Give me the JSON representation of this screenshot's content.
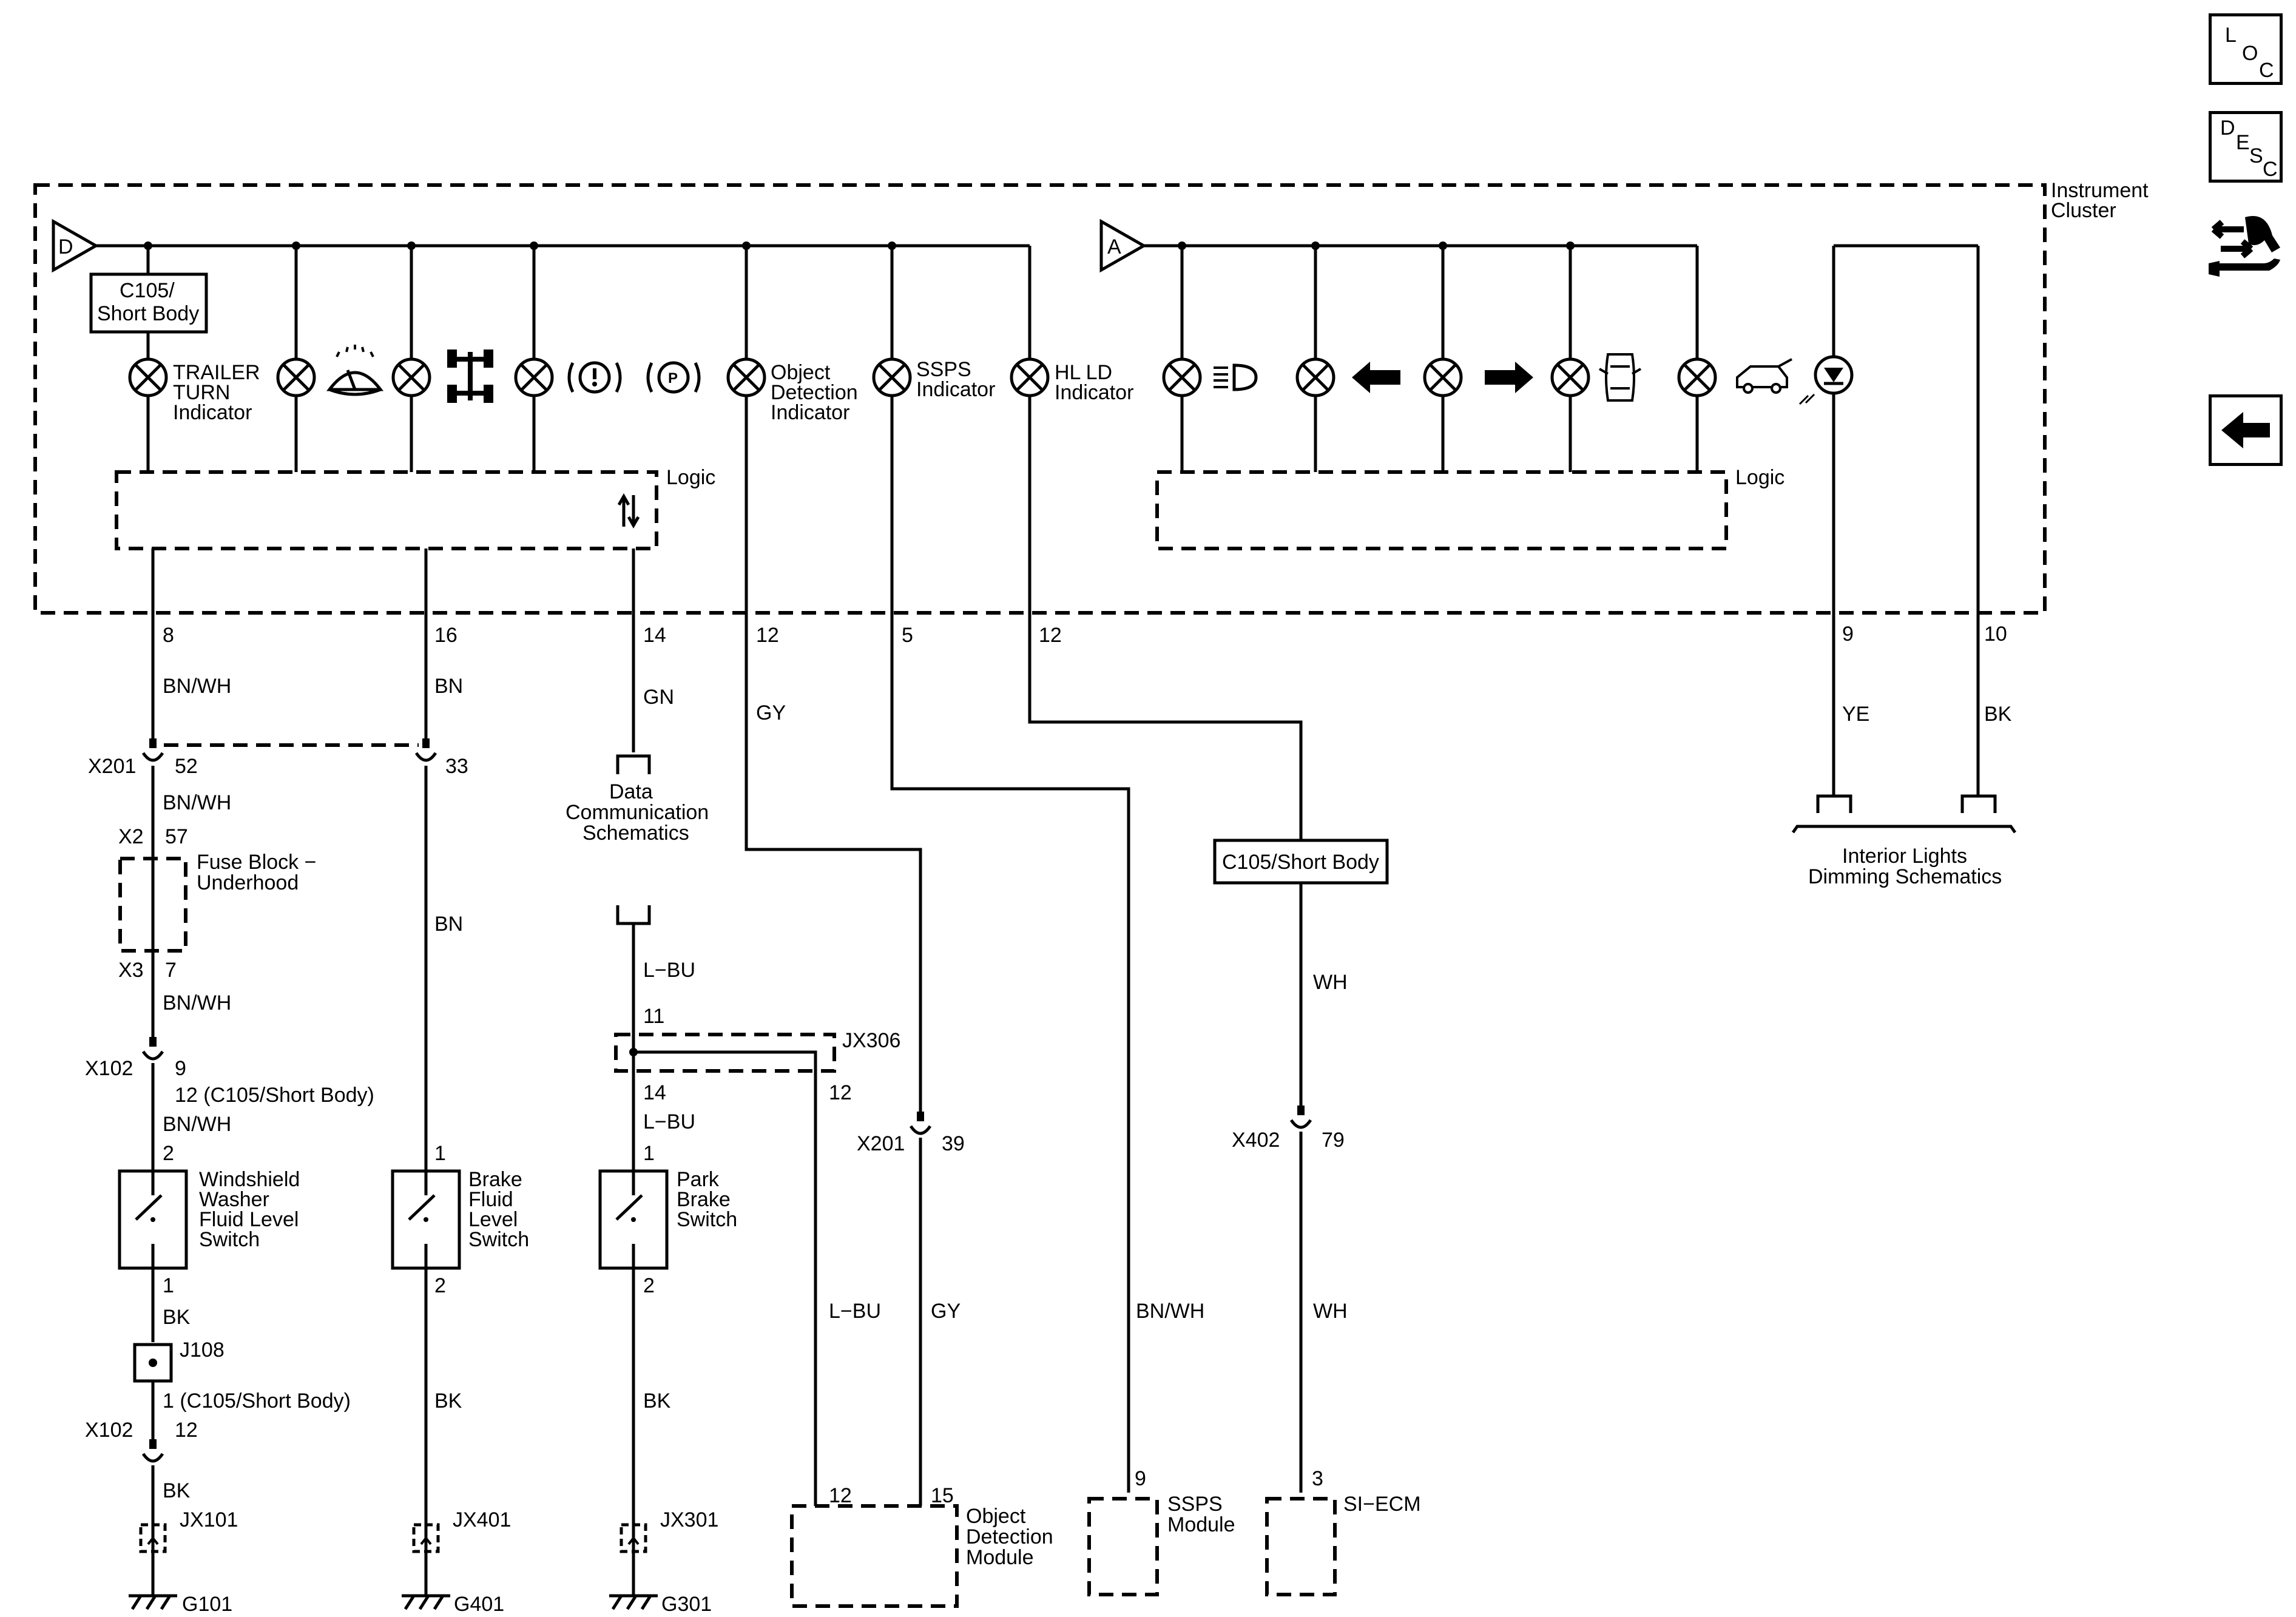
{
  "nav": {
    "loc": [
      "L",
      "O",
      "C"
    ],
    "desc": [
      "D",
      "E",
      "S",
      "C"
    ]
  },
  "cluster": {
    "label": [
      "Instrument",
      "Cluster"
    ],
    "logic_label": "Logic"
  },
  "tri": {
    "left": "D",
    "right": "A"
  },
  "c105": {
    "top": [
      "C105/",
      "Short Body"
    ],
    "mid": "C105/Short Body"
  },
  "ind": {
    "trailer": [
      "TRAILER",
      "TURN",
      "Indicator"
    ],
    "obj": [
      "Object",
      "Detection",
      "Indicator"
    ],
    "ssps": [
      "SSPS",
      "Indicator"
    ],
    "hl": [
      "HL LD",
      "Indicator"
    ]
  },
  "pins": {
    "p8": "8",
    "p16": "16",
    "p14": "14",
    "p12a": "12",
    "p5": "5",
    "p12b": "12",
    "p9": "9",
    "p10": "10"
  },
  "wires": {
    "bnwh": "BN/WH",
    "bn": "BN",
    "gn": "GN",
    "gy": "GY",
    "ye": "YE",
    "bk": "BK",
    "lbu": "L−BU",
    "wh": "WH"
  },
  "fuse": {
    "x201": "X201",
    "p52": "52",
    "p33": "33",
    "x2": "X2",
    "p57": "57",
    "name": [
      "Fuse Block −",
      "Underhood"
    ],
    "x3": "X3",
    "p7": "7",
    "x102": "X102",
    "p9": "9",
    "p12c": "12 (C105/Short Body)",
    "p2": "2"
  },
  "data_comm": [
    "Data",
    "Communication",
    "Schematics"
  ],
  "dimming": [
    "Interior Lights",
    "Dimming Schematics"
  ],
  "jx306": {
    "name": "JX306",
    "p11": "11",
    "p14": "14",
    "p12": "12"
  },
  "x201b": {
    "name": "X201",
    "pin": "39"
  },
  "x402": {
    "name": "X402",
    "pin": "79"
  },
  "switches": {
    "washer": [
      "Windshield",
      "Washer",
      "Fluid Level",
      "Switch"
    ],
    "brake": [
      "Brake",
      "Fluid",
      "Level",
      "Switch"
    ],
    "park": [
      "Park",
      "Brake",
      "Switch"
    ],
    "p1": "1",
    "p2": "2"
  },
  "lower": {
    "j108": "J108",
    "p1c": "1 (C105/Short Body)",
    "x102": "X102",
    "p12": "12",
    "jx101": "JX101",
    "jx401": "JX401",
    "jx301": "JX301",
    "g101": "G101",
    "g401": "G401",
    "g301": "G301"
  },
  "modules": {
    "odm": [
      "Object",
      "Detection",
      "Module"
    ],
    "odm_p12": "12",
    "odm_p15": "15",
    "ssps": [
      "SSPS",
      "Module"
    ],
    "ssps_p": "9",
    "ecm": "SI−ECM",
    "ecm_p": "3"
  }
}
